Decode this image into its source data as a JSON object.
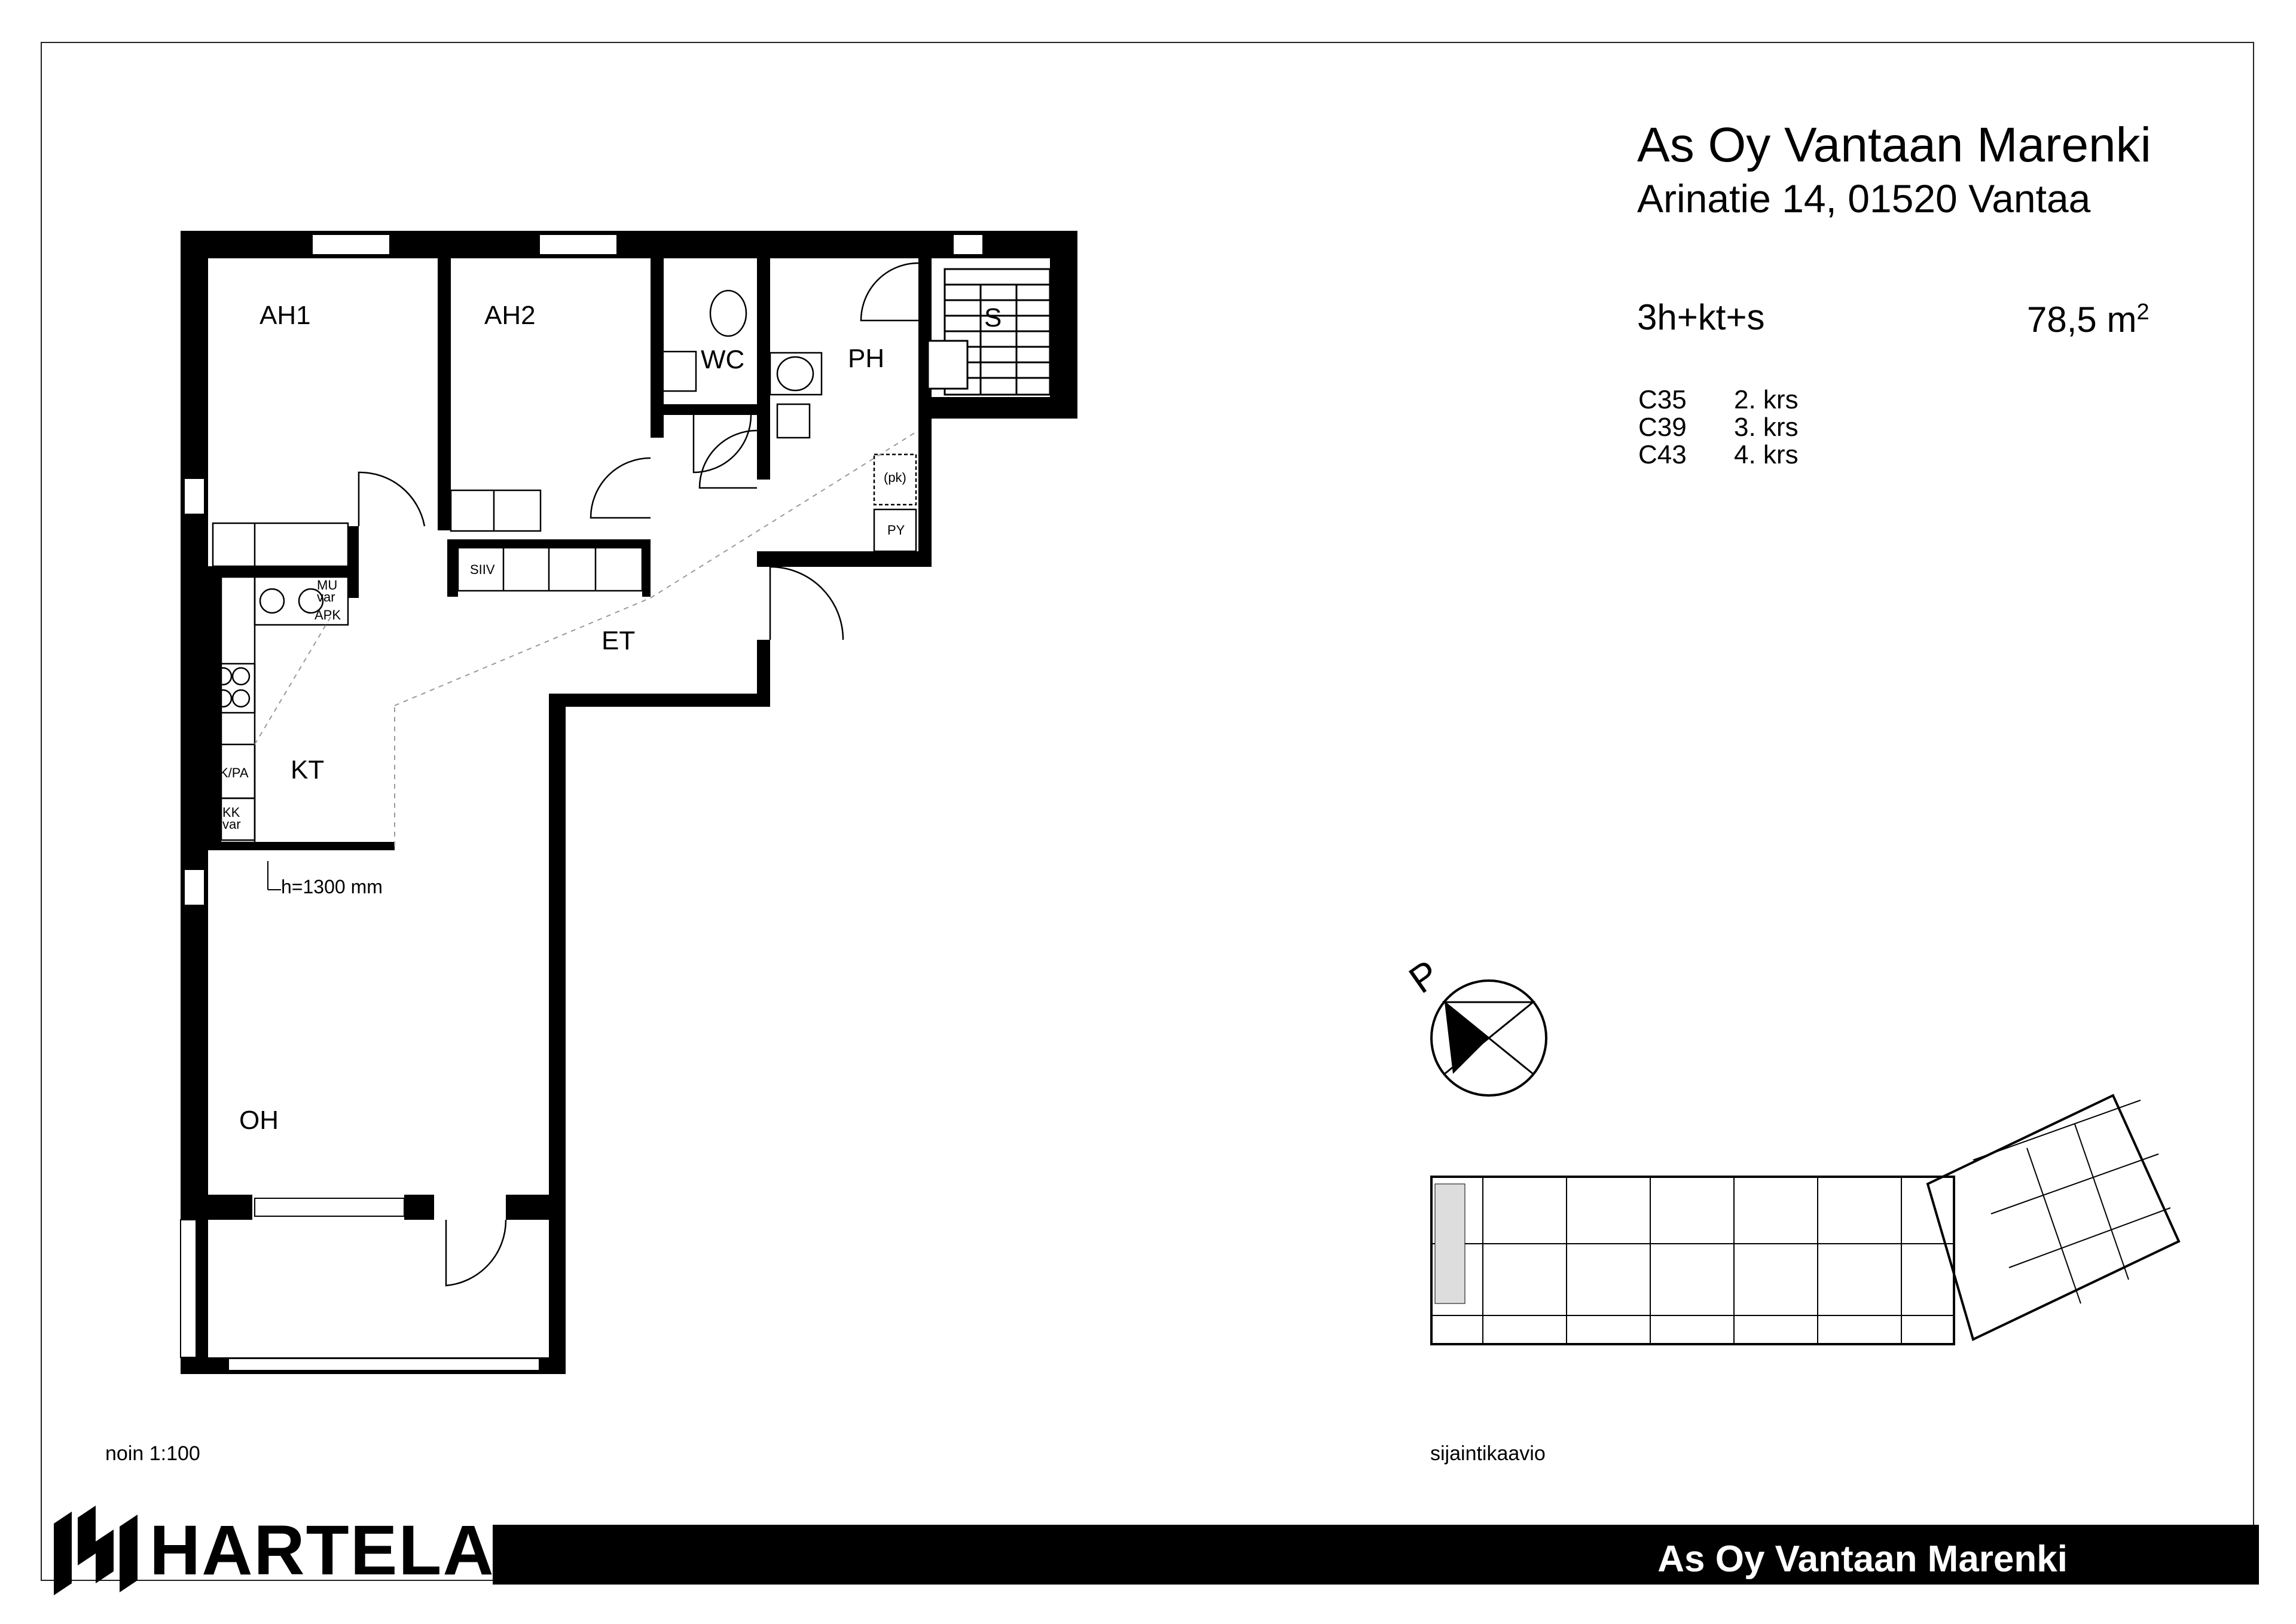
{
  "header": {
    "title": "As Oy Vantaan Marenki",
    "address": "Arinatie 14,  01520  Vantaa",
    "apartment_type": "3h+kt+s",
    "area_value": "78,5 m",
    "area_exp": "2"
  },
  "floors": [
    {
      "code": "C35",
      "floor": "2. krs"
    },
    {
      "code": "C39",
      "floor": "3. krs"
    },
    {
      "code": "C43",
      "floor": "4. krs"
    }
  ],
  "plan": {
    "rooms": {
      "ah1": "AH1",
      "ah2": "AH2",
      "wc": "WC",
      "ph": "PH",
      "s": "S",
      "et": "ET",
      "kt": "KT",
      "oh": "OH"
    },
    "labels": {
      "mu_var": "MU",
      "mu_var2": "var",
      "apk": "APK",
      "siiv": "SIIV",
      "jkpa": "JK/PA",
      "kk": "KK",
      "kk2": "var",
      "pk": "(pk)",
      "py": "PY",
      "height": "h=1300 mm"
    }
  },
  "compass": {
    "north_label": "P"
  },
  "scale": "noin 1:100",
  "site_plan_label": "sijaintikaavio",
  "brand": {
    "name": "HARTELA"
  },
  "footer": {
    "title": "As Oy Vantaan Marenki"
  }
}
